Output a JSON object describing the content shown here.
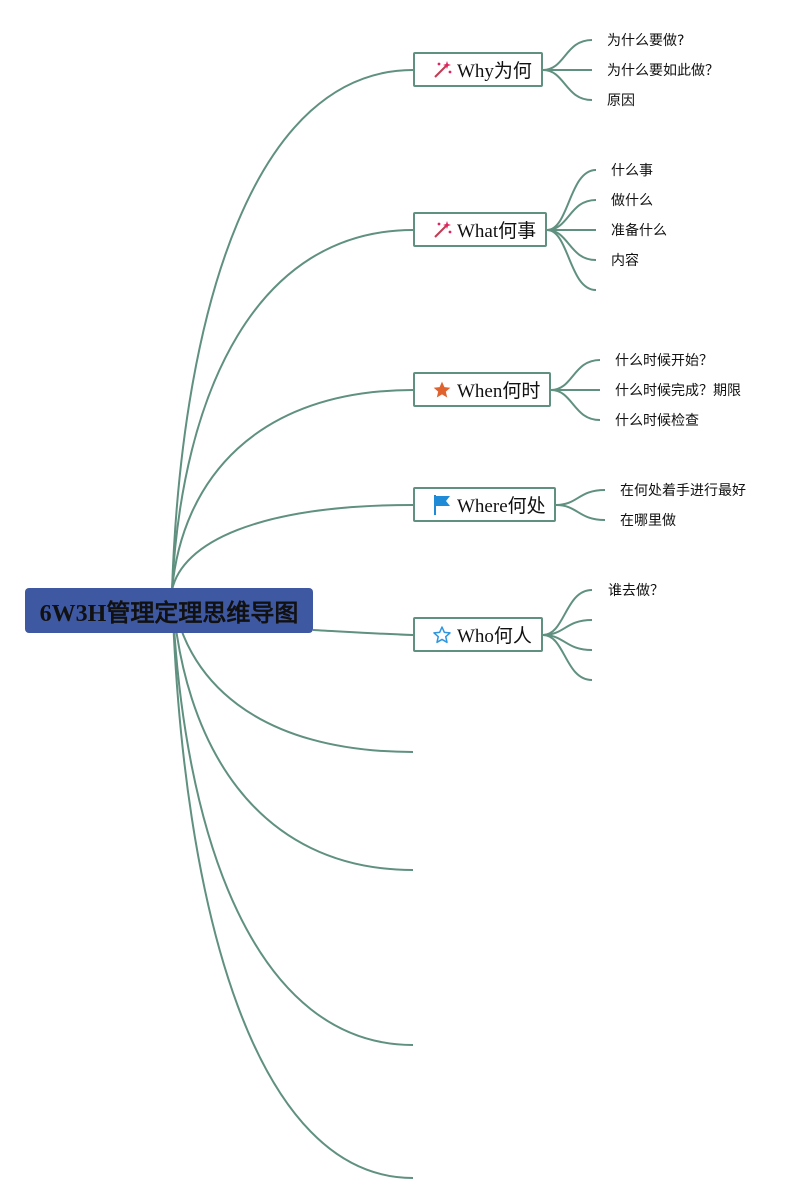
{
  "root": {
    "title": "6W3H管理定理思维导图"
  },
  "branches": [
    {
      "label": "Why为何",
      "icon": "sparkle-wand-icon",
      "children": [
        "为什么要做?",
        "为什么要如此做？",
        "原因"
      ]
    },
    {
      "label": "What何事",
      "icon": "sparkle-wand-icon",
      "children": [
        "什么事",
        "做什么",
        "准备什么",
        "内容",
        ""
      ]
    },
    {
      "label": "When何时",
      "icon": "star-filled-icon",
      "children": [
        "什么时候开始？",
        "什么时候完成？期限",
        "什么时候检查"
      ]
    },
    {
      "label": "Where何处",
      "icon": "flag-icon",
      "children": [
        "在何处着手进行最好",
        "在哪里做"
      ]
    },
    {
      "label": "Who何人",
      "icon": "star-outline-icon",
      "children": [
        "谁去做？",
        "",
        "",
        ""
      ]
    }
  ],
  "empty_branch_count": 4,
  "colors": {
    "root_fill": "#3f58a2",
    "connector": "#5f9080",
    "star_filled": "#e0622d",
    "flag": "#1f8ad6",
    "star_outline": "#2e97e0",
    "wand": "#e0245e"
  }
}
